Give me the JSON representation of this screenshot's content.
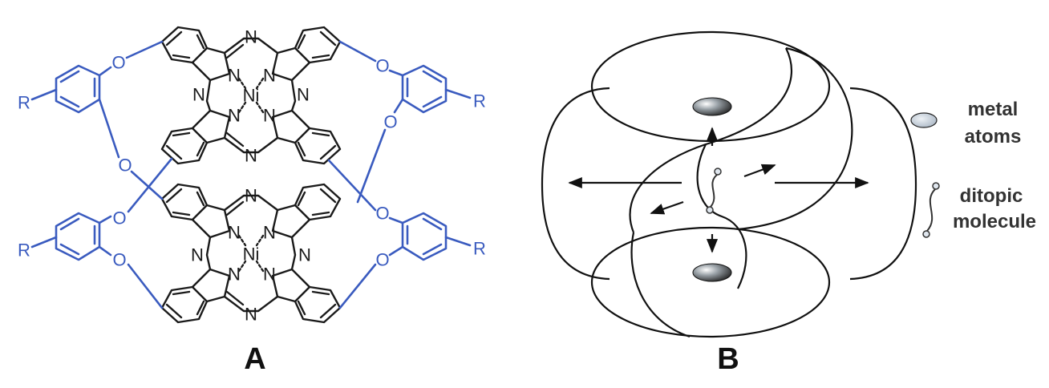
{
  "panel_a": {
    "label": "A",
    "atoms": {
      "nitrogen": "N",
      "nickel": "Ni",
      "oxygen": "O",
      "substituent": "R"
    }
  },
  "panel_b": {
    "label": "B",
    "legend": {
      "metal_line1": "metal",
      "metal_line2": "atoms",
      "ditopic_line1": "ditopic",
      "ditopic_line2": "molecule"
    }
  },
  "colors": {
    "structure": "#1a1a1a",
    "linker": "#3a5bbf",
    "metal_fill": "#c8d2dc",
    "background": "#ffffff"
  }
}
